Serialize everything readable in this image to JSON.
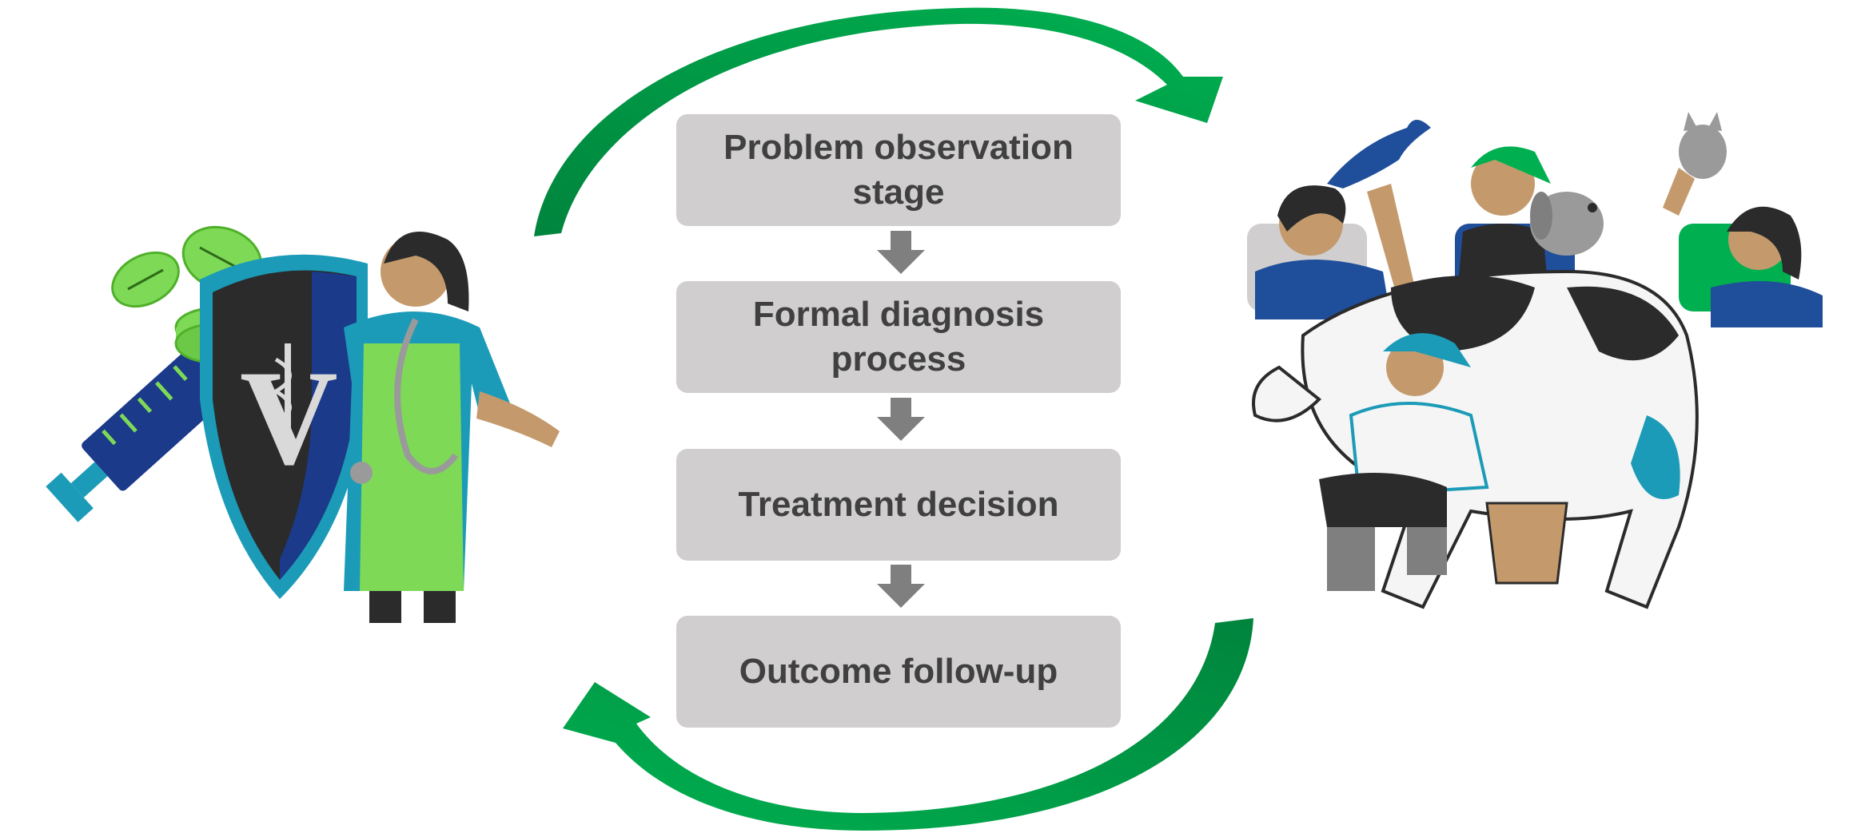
{
  "steps": [
    {
      "label": "Problem observation\nstage"
    },
    {
      "label": "Formal diagnosis\nprocess"
    },
    {
      "label": "Treatment decision"
    },
    {
      "label": "Outcome follow-up"
    }
  ],
  "colors": {
    "step_fill": "#d0cece",
    "step_text": "#404040",
    "step_arrow": "#7f7f7f",
    "cycle_arrow_light": "#00b050",
    "cycle_arrow_dark": "#00843d",
    "vet_scrubs": "#7ed957",
    "shield_teal": "#1b9bb7",
    "shield_navy": "#1b3a8a",
    "owner_blue": "#1f4e9a",
    "skin_tan": "#c49a6c",
    "cow_dark": "#2b2b2b"
  },
  "illustrations": {
    "left": "veterinarian-with-shield-syringe-pills",
    "right": "animal-owners-with-pets-and-cow"
  }
}
